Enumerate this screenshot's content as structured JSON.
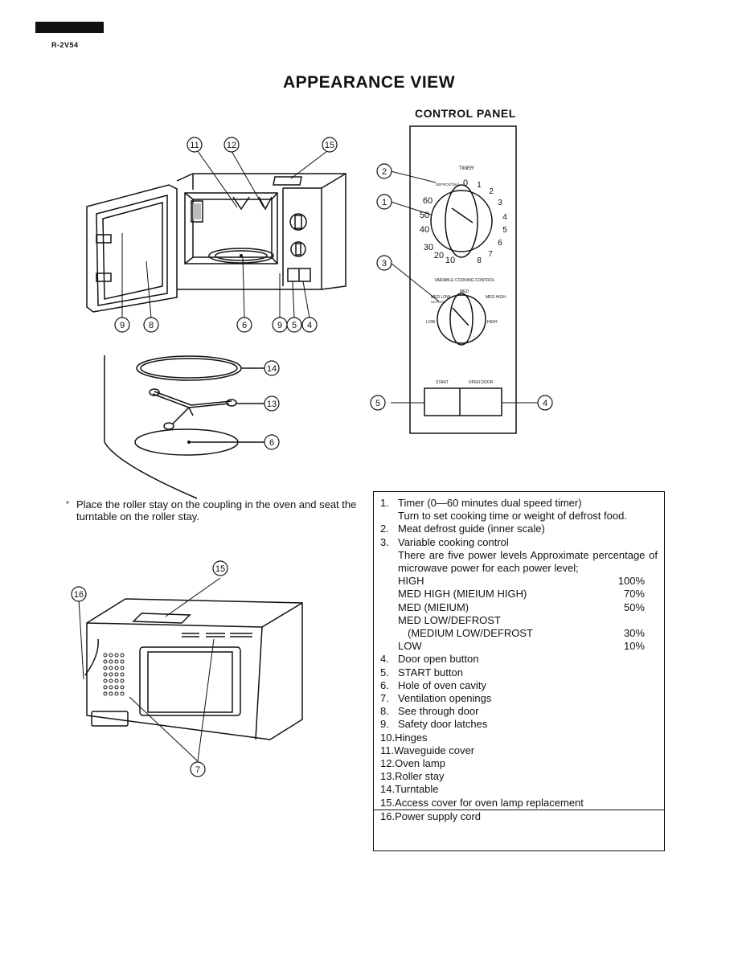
{
  "header": {
    "model": "R-2V54"
  },
  "page_title": "APPEARANCE VIEW",
  "control_panel": {
    "title": "CONTROL PANEL",
    "timer_label": "TIMER",
    "defrost_label": "DEFROST(kg)",
    "timer_numbers": [
      "0",
      "10",
      "20",
      "30",
      "40",
      "50",
      "60"
    ],
    "defrost_numbers": [
      "1",
      "2",
      "3",
      "4",
      "5",
      "6",
      "7",
      "8"
    ],
    "vcc_label": "VARIABLE COOKING CONTROL",
    "power_labels": {
      "med": "MED",
      "med_low": "MED LOW",
      "defrost": "DEFROST",
      "med_high": "MED HIGH",
      "low": "LOW",
      "high": "HIGH"
    },
    "start_label": "START",
    "open_door_label": "OPEN DOOR"
  },
  "callouts": {
    "c1": "1",
    "c2": "2",
    "c3": "3",
    "c4": "4",
    "c5": "5",
    "c6": "6",
    "c7": "7",
    "c8": "8",
    "c9": "9",
    "c11": "11",
    "c12": "12",
    "c13": "13",
    "c14": "14",
    "c15": "15",
    "c16": "16"
  },
  "note": {
    "star": "*",
    "text": "Place the roller stay on the coupling in the oven and seat the turntable on the roller stay."
  },
  "legend": {
    "item1_num": "1.",
    "item1_title": "Timer (0—60 minutes dual speed timer)",
    "item1_desc": "Turn to set cooking time or weight of defrost food.",
    "item2_num": "2.",
    "item2_title": "Meat defrost guide (inner scale)",
    "item3_num": "3.",
    "item3_title": "Variable cooking control",
    "item3_desc": "There are five power levels Approximate percentage of microwave power for each power level;",
    "levels": [
      {
        "name": "HIGH",
        "pct": "100%"
      },
      {
        "name": "MED HIGH (MIEIUM HIGH)",
        "pct": "70%"
      },
      {
        "name": "MED (MIEIUM)",
        "pct": "50%"
      },
      {
        "name": "MED LOW/DEFROST",
        "pct": ""
      },
      {
        "name": "(MEDIUM LOW/DEFROST",
        "pct": "30%"
      },
      {
        "name": "LOW",
        "pct": "10%"
      }
    ],
    "item4": "Door open button",
    "item4_num": "4.",
    "item5": "START button",
    "item5_num": "5.",
    "item6": "Hole of oven cavity",
    "item6_num": "6.",
    "item7": "Ventilation openings",
    "item7_num": "7.",
    "item8": "See through door",
    "item8_num": "8.",
    "item9": "Safety door latches",
    "item9_num": "9.",
    "item10": "Hinges",
    "item10_num": "10.",
    "item11": "Waveguide cover",
    "item11_num": "11.",
    "item12": "Oven lamp",
    "item12_num": "12.",
    "item13": "Roller stay",
    "item13_num": "13.",
    "item14": "Turntable",
    "item14_num": "14.",
    "item15": "Access cover for oven lamp replacement",
    "item15_num": "15.",
    "item16": "Power supply cord",
    "item16_num": "16."
  }
}
